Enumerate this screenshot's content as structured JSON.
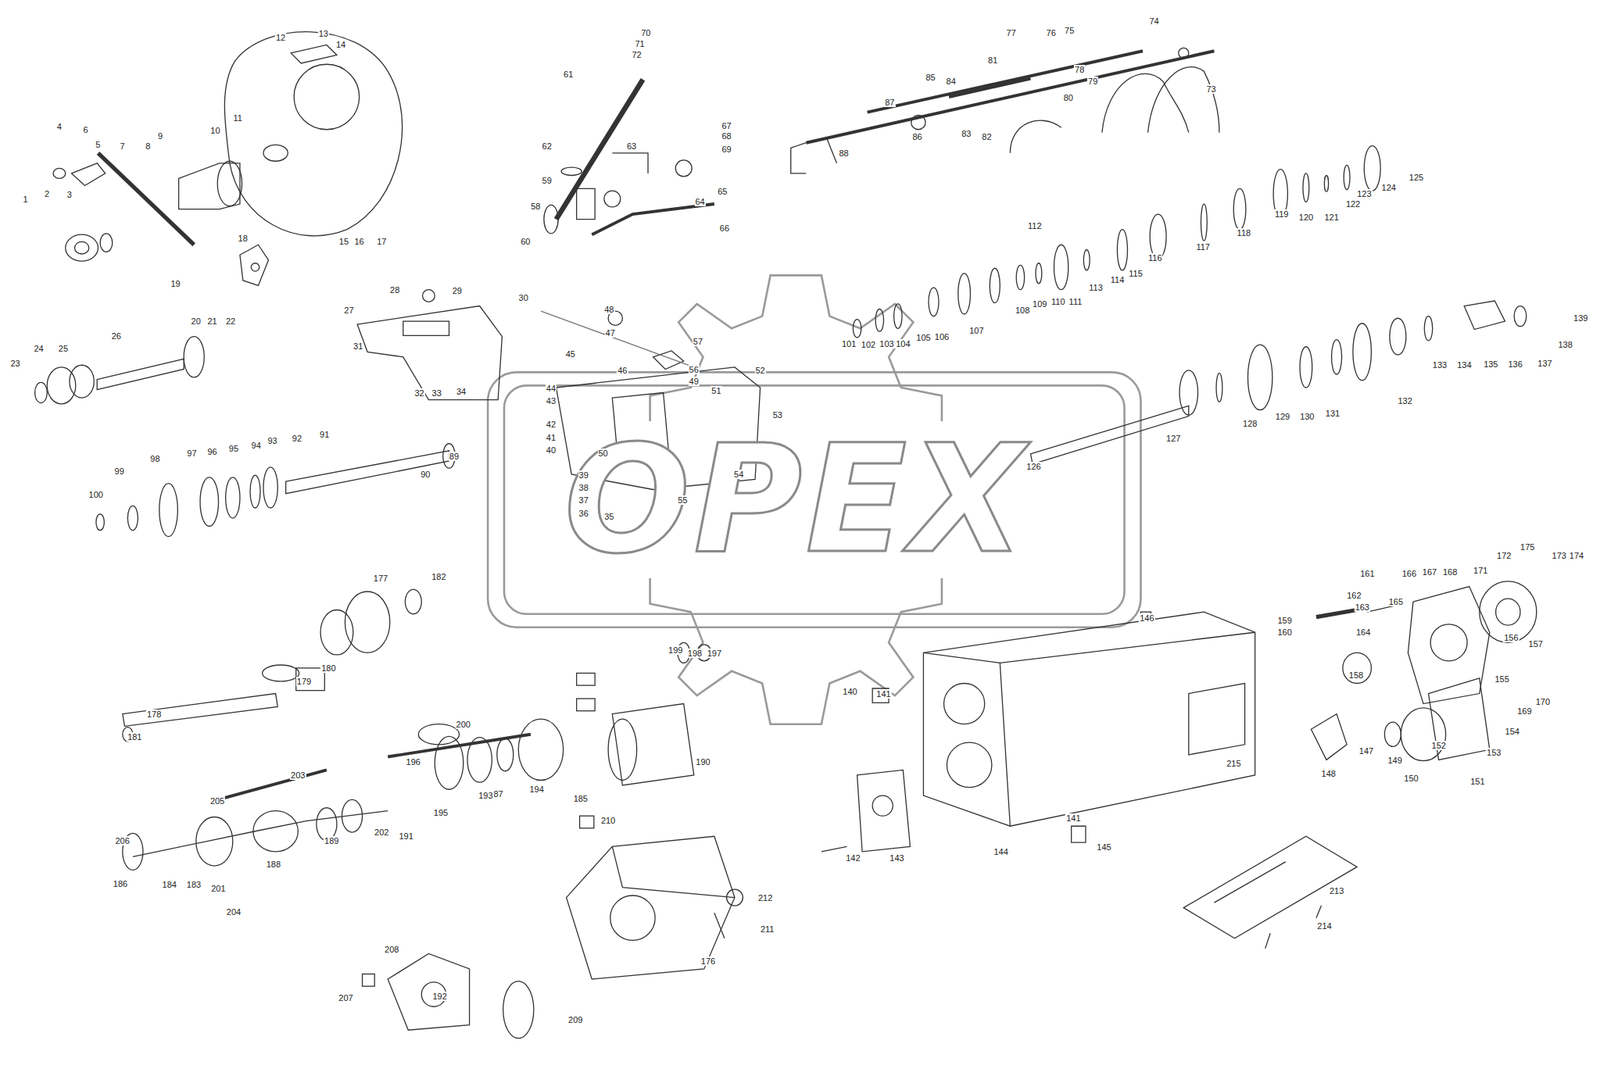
{
  "diagram": {
    "labels": [
      "1",
      "2",
      "3",
      "4",
      "5",
      "6",
      "7",
      "8",
      "9",
      "10",
      "11",
      "12",
      "13",
      "14",
      "15",
      "16",
      "17",
      "18",
      "19",
      "20",
      "21",
      "22",
      "23",
      "24",
      "25",
      "26",
      "27",
      "28",
      "29",
      "30",
      "31",
      "32",
      "33",
      "34",
      "35",
      "36",
      "37",
      "38",
      "39",
      "40",
      "41",
      "42",
      "43",
      "44",
      "45",
      "46",
      "47",
      "48",
      "49",
      "50",
      "51",
      "52",
      "53",
      "54",
      "55",
      "56",
      "57",
      "58",
      "59",
      "60",
      "61",
      "62",
      "63",
      "64",
      "65",
      "66",
      "67",
      "68",
      "69",
      "70",
      "71",
      "72",
      "73",
      "74",
      "75",
      "76",
      "77",
      "78",
      "79",
      "80",
      "81",
      "82",
      "83",
      "84",
      "85",
      "86",
      "87",
      "88",
      "89",
      "90",
      "91",
      "92",
      "93",
      "94",
      "95",
      "96",
      "97",
      "98",
      "99",
      "100",
      "101",
      "102",
      "103",
      "104",
      "105",
      "106",
      "107",
      "108",
      "109",
      "110",
      "111",
      "112",
      "113",
      "114",
      "115",
      "116",
      "117",
      "118",
      "119",
      "120",
      "121",
      "122",
      "123",
      "124",
      "125",
      "126",
      "127",
      "128",
      "129",
      "130",
      "131",
      "132",
      "133",
      "134",
      "135",
      "136",
      "137",
      "138",
      "139",
      "140",
      "141",
      "141",
      "142",
      "143",
      "144",
      "145",
      "146",
      "147",
      "148",
      "149",
      "150",
      "151",
      "152",
      "153",
      "154",
      "155",
      "156",
      "157",
      "158",
      "159",
      "160",
      "161",
      "162",
      "163",
      "164",
      "165",
      "166",
      "167",
      "168",
      "169",
      "170",
      "171",
      "172",
      "173",
      "174",
      "175",
      "176",
      "177",
      "178",
      "179",
      "180",
      "181",
      "182",
      "183",
      "184",
      "185",
      "186",
      "187",
      "188",
      "189",
      "190",
      "191",
      "192",
      "193",
      "194",
      "195",
      "196",
      "197",
      "198",
      "199",
      "200",
      "201",
      "202",
      "203",
      "204",
      "205",
      "206",
      "207",
      "208",
      "209",
      "210",
      "211",
      "212",
      "213",
      "214",
      "215",
      "OPEX"
    ]
  }
}
